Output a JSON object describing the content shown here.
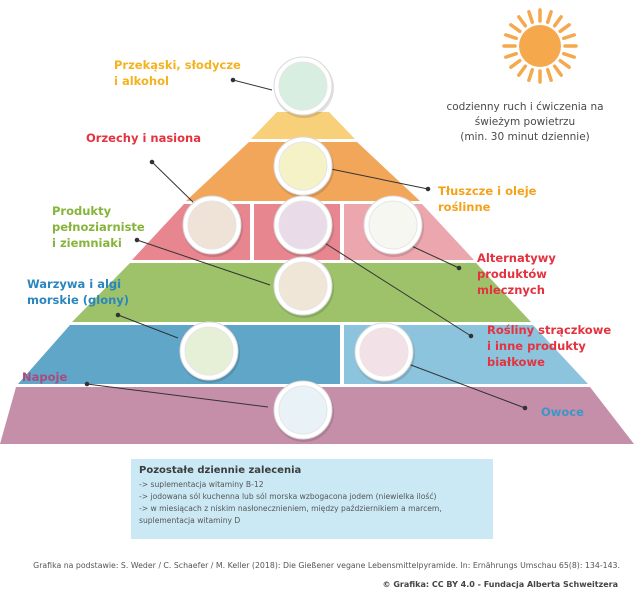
{
  "colors": {
    "snacks": "#f9d07a",
    "fats": "#f2a65a",
    "protein": "#e8868f",
    "protein_light": "#eba7ad",
    "grains": "#9dc26a",
    "vegetables": "#5fa6c8",
    "fruits": "#8cc3dd",
    "drinks": "#c58fa9",
    "sun": "#f5a84c",
    "recommendation_bg": "#cbe9f5"
  },
  "labels": {
    "snacks": {
      "text": "Przekąski, słodycze\ni alkohol",
      "color": "#f5b21f"
    },
    "nuts": {
      "text": "Orzechy i nasiona",
      "color": "#e5323f"
    },
    "grains": {
      "text": "Produkty\npełnoziarniste\ni ziemniaki",
      "color": "#86b43a"
    },
    "vegetables": {
      "text": "Warzywa i algi\nmorskie (glony)",
      "color": "#2a86bd"
    },
    "drinks": {
      "text": "Napoje",
      "color": "#a84b7d"
    },
    "fats": {
      "text": "Tłuszcze i oleje\nroślinne",
      "color": "#f5a21a"
    },
    "dairy_alt": {
      "text": "Alternatywy\nproduktów\nmlecznych",
      "color": "#e5323f"
    },
    "legumes": {
      "text": "Rośliny strączkowe\ni inne produkty\nbiałkowe",
      "color": "#e5323f"
    },
    "fruits": {
      "text": "Owoce",
      "color": "#3c96c8"
    }
  },
  "exercise": {
    "text": "codzienny ruch i ćwiczenia na\nświeżym powietrzu\n(min. 30 minut dziennie)",
    "icon": "sun-icon"
  },
  "plates": [
    {
      "id": "snacks-plate",
      "icon": "wine-sweets-icon"
    },
    {
      "id": "fats-plate",
      "icon": "oil-jug-icon"
    },
    {
      "id": "nuts-plate",
      "icon": "nuts-icon"
    },
    {
      "id": "legumes-plate",
      "icon": "legumes-icon"
    },
    {
      "id": "dairy-plate",
      "icon": "milk-jug-icon"
    },
    {
      "id": "grains-plate",
      "icon": "bread-potato-icon"
    },
    {
      "id": "vegetables-plate",
      "icon": "vegetables-icon"
    },
    {
      "id": "fruits-plate",
      "icon": "fruits-icon"
    },
    {
      "id": "drinks-plate",
      "icon": "water-bottle-icon"
    }
  ],
  "recommendations": {
    "title": "Pozostałe dziennie zalecenia",
    "items": [
      "-> suplementacja witaminy B-12",
      "-> jodowana sól kuchenna lub sól morska wzbogacona jodem (niewielka ilość)",
      "-> w miesiącach z niskim nasłonecznieniem, między październikiem a marcem, suplementacja witaminy D"
    ]
  },
  "footer": {
    "source": "Grafika na podstawie: S. Weder / C. Schaefer / M. Keller (2018): Die Gießener vegane Lebensmittelpyramide. In: Ernährungs Umschau 65(8): 134-143.",
    "copyright": "© Grafika: CC BY 4.0 - Fundacja Alberta Schweitzera"
  }
}
